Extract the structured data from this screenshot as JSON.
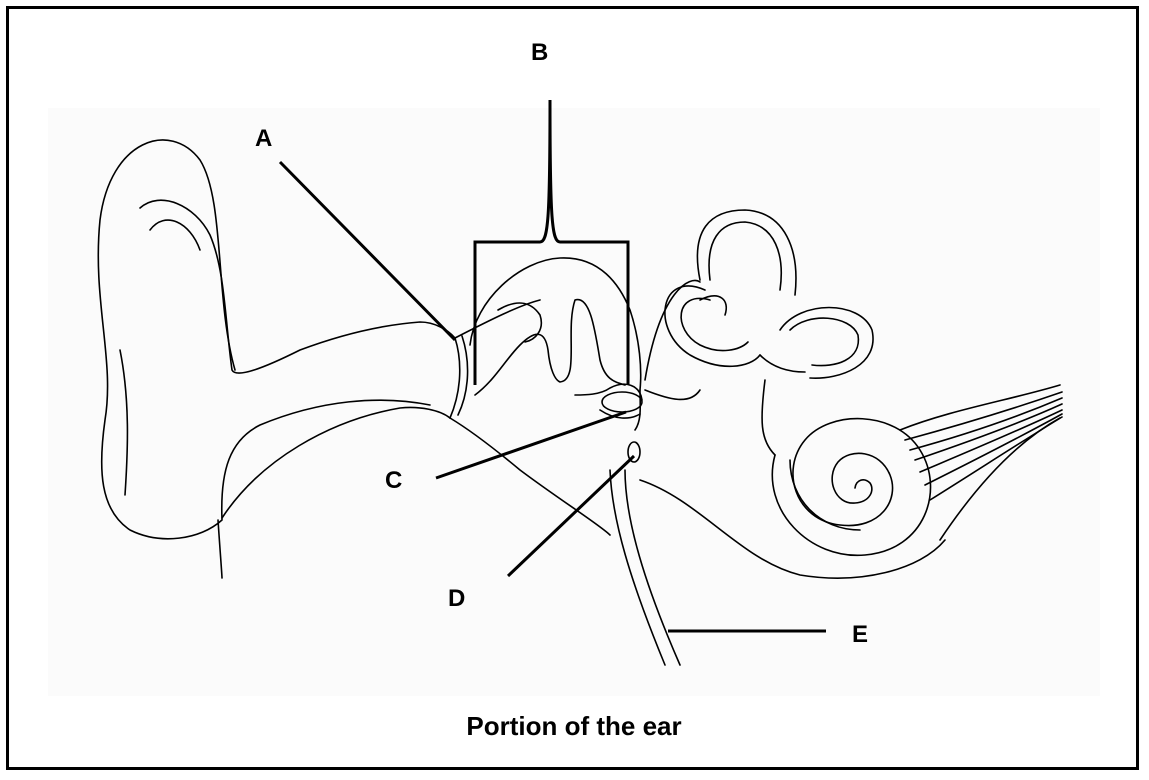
{
  "labels": {
    "a": "A",
    "b": "B",
    "c": "C",
    "d": "D",
    "e": "E"
  },
  "caption": "Portion of the ear",
  "parts": [
    "outer-ear",
    "ear-canal",
    "middle-ear",
    "semicircular-canals",
    "cochlea",
    "auditory-nerve",
    "eustachian-tube"
  ]
}
